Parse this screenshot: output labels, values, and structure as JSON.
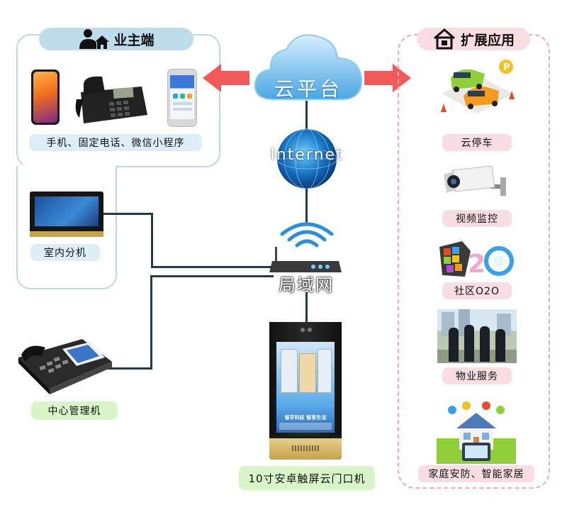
{
  "owner": {
    "title": "业主端",
    "devices_label": "手机、固定电话、微信小程序"
  },
  "indoor_label": "室内分机",
  "center_label": "中心管理机",
  "door_label": "10寸安卓触屏云门口机",
  "cloud_label": "云平台",
  "internet_label": "Internet",
  "lan_label": "局域网",
  "door_screen_banner": "智亨科技  智享生活",
  "extensions": {
    "title": "扩展应用",
    "items": [
      {
        "label": "云停车"
      },
      {
        "label": "视频监控"
      },
      {
        "label": "社区O2O"
      },
      {
        "label": "物业服务"
      },
      {
        "label": "家庭安防、智能家居"
      }
    ]
  },
  "colors": {
    "owner_border": "#bcd9e6",
    "ext_border": "#f1aab8",
    "arrow_red": "#f25a5a",
    "wire": "#1f3b4d",
    "cloud_blue": "#5ab4ea"
  }
}
